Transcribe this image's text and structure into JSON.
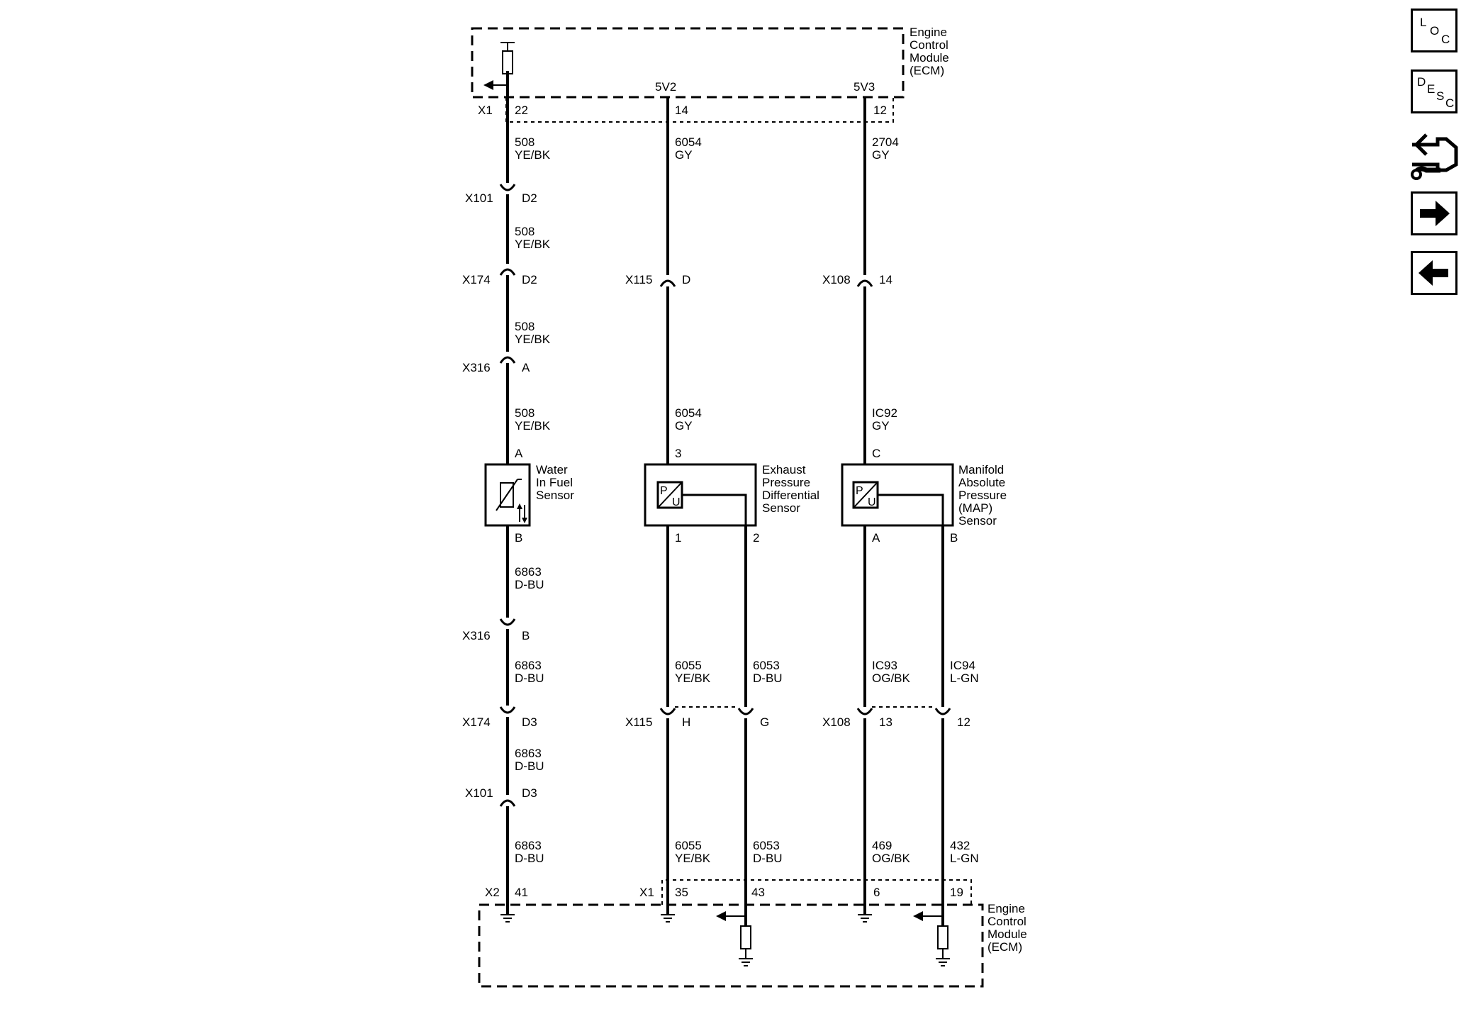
{
  "modules": {
    "top": [
      "Engine",
      "Control",
      "Module",
      "(ECM)"
    ],
    "bottom": [
      "Engine",
      "Control",
      "Module",
      "(ECM)"
    ]
  },
  "top_connector": "X1",
  "top_pins": [
    "22",
    "14",
    "12"
  ],
  "supply_labels": [
    "5V2",
    "5V3"
  ],
  "bottom_connectors": [
    "X2",
    "X1"
  ],
  "bottom_pins": [
    "41",
    "35",
    "43",
    "6",
    "19"
  ],
  "sensors": {
    "water": [
      "Water",
      "In Fuel",
      "Sensor"
    ],
    "exhaust": [
      "Exhaust",
      "Pressure",
      "Differential",
      "Sensor"
    ],
    "map": [
      "Manifold",
      "Absolute",
      "Pressure",
      "(MAP)",
      "Sensor"
    ]
  },
  "sensor_symbol": [
    "P",
    "U"
  ],
  "sensor_pins": {
    "water_top": "A",
    "water_bottom": "B",
    "exhaust_top": "3",
    "exhaust_bottom_1": "1",
    "exhaust_bottom_2": "2",
    "map_top": "C",
    "map_bottom_1": "A",
    "map_bottom_2": "B"
  },
  "connectors": {
    "x101_top": {
      "name": "X101",
      "pin": "D2"
    },
    "x174_top": {
      "name": "X174",
      "pin": "D2"
    },
    "x316_top": {
      "name": "X316",
      "pin": "A"
    },
    "x316_bottom": {
      "name": "X316",
      "pin": "B"
    },
    "x174_bottom": {
      "name": "X174",
      "pin": "D3"
    },
    "x101_bottom": {
      "name": "X101",
      "pin": "D3"
    },
    "x115_top": {
      "name": "X115",
      "pin": "D"
    },
    "x115_bottom": {
      "name": "X115",
      "pin_a": "H",
      "pin_b": "G"
    },
    "x108_top": {
      "name": "X108",
      "pin": "14"
    },
    "x108_bottom": {
      "name": "X108",
      "pin_a": "13",
      "pin_b": "12"
    }
  },
  "wires": {
    "w1": [
      "508",
      "YE/BK"
    ],
    "w2": [
      "508",
      "YE/BK"
    ],
    "w3": [
      "508",
      "YE/BK"
    ],
    "w4": [
      "508",
      "YE/BK"
    ],
    "w5": [
      "6863",
      "D-BU"
    ],
    "w6": [
      "6863",
      "D-BU"
    ],
    "w7": [
      "6863",
      "D-BU"
    ],
    "w8": [
      "6863",
      "D-BU"
    ],
    "e1": [
      "6054",
      "GY"
    ],
    "e2": [
      "6054",
      "GY"
    ],
    "e3": [
      "6055",
      "YE/BK"
    ],
    "e4": [
      "6053",
      "D-BU"
    ],
    "e5": [
      "6055",
      "YE/BK"
    ],
    "e6": [
      "6053",
      "D-BU"
    ],
    "m1": [
      "2704",
      "GY"
    ],
    "m2": [
      "IC92",
      "GY"
    ],
    "m3": [
      "IC93",
      "OG/BK"
    ],
    "m4": [
      "IC94",
      "L-GN"
    ],
    "m5": [
      "469",
      "OG/BK"
    ],
    "m6": [
      "432",
      "L-GN"
    ]
  },
  "nav": {
    "loc": [
      "L",
      "O",
      "C"
    ],
    "desc": [
      "D",
      "E",
      "S",
      "C"
    ]
  }
}
